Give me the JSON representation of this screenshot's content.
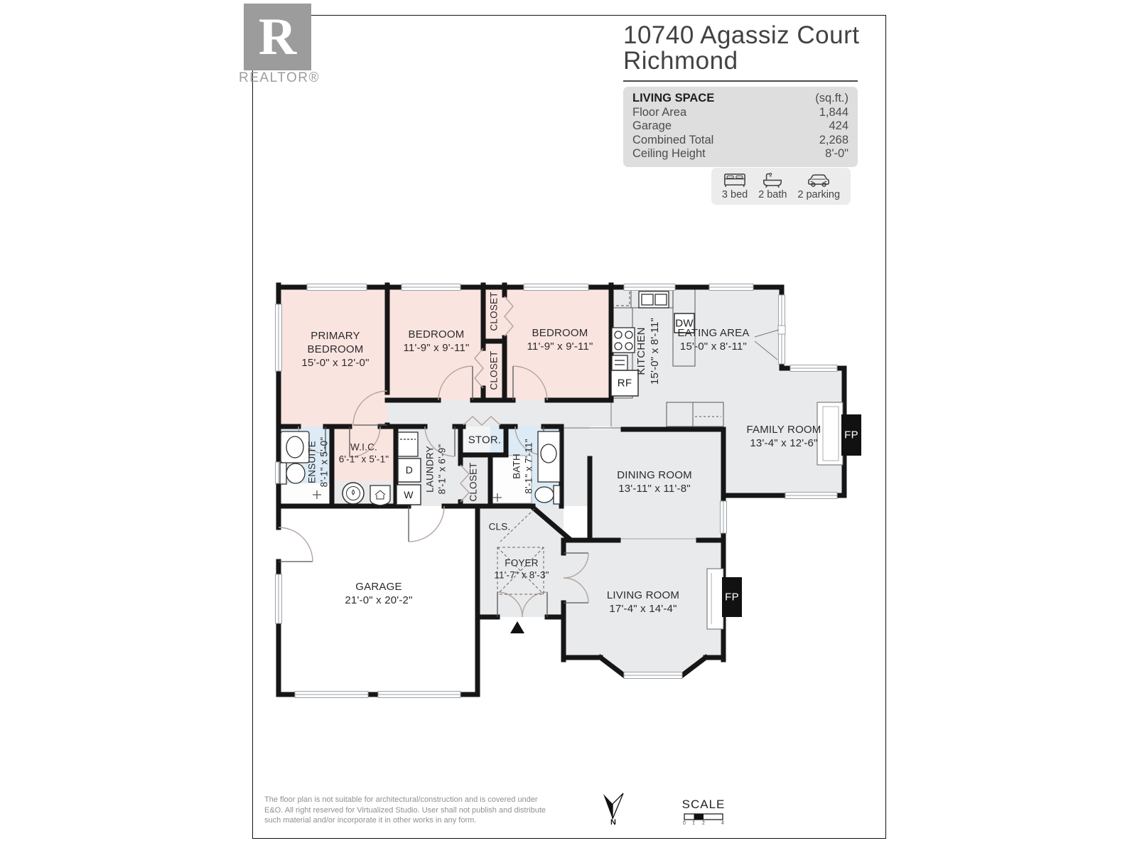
{
  "branding": {
    "logo_letter": "R",
    "logo_text": "REALTOR®"
  },
  "header": {
    "address_line1": "10740 Agassiz Court",
    "address_line2": "Richmond"
  },
  "living_space": {
    "title": "LIVING SPACE",
    "unit": "(sq.ft.)",
    "rows": [
      {
        "label": "Floor Area",
        "value": "1,844"
      },
      {
        "label": "Garage",
        "value": "424"
      },
      {
        "label": "Combined Total",
        "value": "2,268"
      },
      {
        "label": "Ceiling Height",
        "value": "8'-0\""
      }
    ]
  },
  "features": [
    {
      "icon": "bed-icon",
      "label": "3 bed"
    },
    {
      "icon": "bath-icon",
      "label": "2 bath"
    },
    {
      "icon": "car-icon",
      "label": "2 parking"
    }
  ],
  "rooms": {
    "primary": {
      "name": "PRIMARY BEDROOM",
      "dims": "15'-0\" x 12'-0\""
    },
    "bedroom2": {
      "name": "BEDROOM",
      "dims": "11'-9\" x 9'-11\""
    },
    "bedroom3": {
      "name": "BEDROOM",
      "dims": "11'-9\" x 9'-11\""
    },
    "closet_a": {
      "name": "CLOSET"
    },
    "closet_b": {
      "name": "CLOSET"
    },
    "kitchen": {
      "name": "KITCHEN",
      "dims": "15'-0\" x 8'-11\""
    },
    "eating": {
      "name": "EATING AREA",
      "dims": "15'-0\" x 8'-11\""
    },
    "family": {
      "name": "FAMILY ROOM",
      "dims": "13'-4\" x 12'-6\""
    },
    "ensuite": {
      "name": "ENSUITE",
      "dims": "8'-1\" x 5'-0\""
    },
    "wic": {
      "name": "W.I.C.",
      "dims": "6'-1\" x 5'-1\""
    },
    "laundry": {
      "name": "LAUNDRY",
      "dims": "8'-1\" x 6'-9\""
    },
    "storage": {
      "name": "STOR."
    },
    "closet_hall": {
      "name": "CLOSET"
    },
    "bath": {
      "name": "BATH",
      "dims": "8'-1\" x 7'-11\""
    },
    "dining": {
      "name": "DINING ROOM",
      "dims": "13'-11\" x 11'-8\""
    },
    "garage": {
      "name": "GARAGE",
      "dims": "21'-0\" x 20'-2\""
    },
    "cls": {
      "name": "CLS."
    },
    "foyer": {
      "name": "FOYER",
      "dims": "11'-7\" x 8'-3\""
    },
    "living": {
      "name": "LIVING ROOM",
      "dims": "17'-4\" x 14'-4\""
    }
  },
  "fixtures": {
    "dishwasher": "DW",
    "refrigerator": "RF",
    "dryer": "D",
    "washer": "W",
    "fireplace": "FP"
  },
  "footer": {
    "disclaimer": "The floor plan is not suitable for architectural/construction and is covered under E&O. All right reserved for Virtualized Studio. User shall not publish and distribute such material and/or incorporate it in other works in any form.",
    "north_label": "N",
    "scale_label": "SCALE",
    "scale_ticks": [
      "0",
      "1",
      "2",
      "4"
    ]
  },
  "colors": {
    "wall": "#161616",
    "floor_gray": "#e9eaec",
    "floor_pink": "#fae4e0",
    "floor_blue": "#dcebf5",
    "panel_gray": "#dedede",
    "logo_gray": "#9c9c9c"
  }
}
